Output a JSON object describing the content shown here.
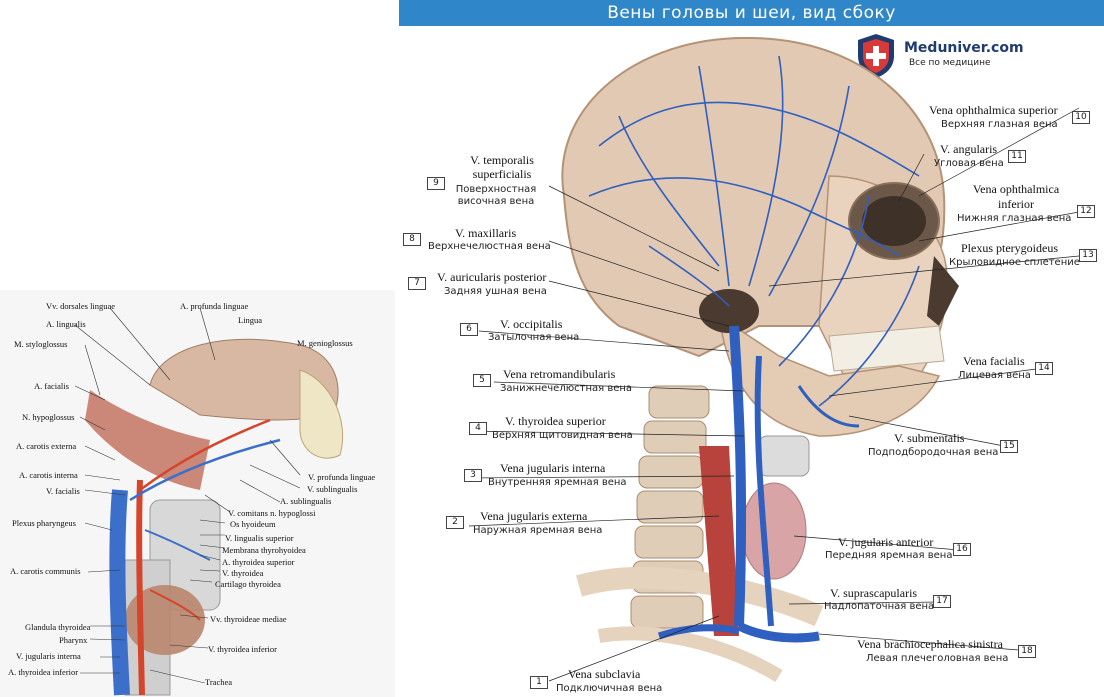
{
  "title": "Вены головы и шеи, вид сбоку",
  "logo": {
    "name": "Meduniver.com",
    "tagline": "Все по медицине"
  },
  "left_labels": [
    "Vv. dorsales linguae",
    "A. profunda linguae",
    "Lingua",
    "A. lingualis",
    "M. styloglossus",
    "M. genioglossus",
    "A. facialis",
    "N. hypoglossus",
    "A. carotis externa",
    "V. profunda linguae",
    "A. carotis interna",
    "V. sublingualis",
    "V. facialis",
    "A. sublingualis",
    "V. comitans n. hypoglossi",
    "Plexus pharyngeus",
    "Os hyoideum",
    "V. lingualis superior",
    "Membrana thyrohyoidea",
    "A. thyroidea superior",
    "A. carotis communis",
    "V. thyroidea",
    "Cartilago thyroidea",
    "Vv. thyroideae mediae",
    "Glandula thyroidea",
    "Pharynx",
    "V. thyroidea inferior",
    "V. jugularis interna",
    "A. thyroidea inferior",
    "Trachea"
  ],
  "callouts": [
    {
      "num": "9",
      "latin": "V. temporalis superficialis",
      "russian": "Поверхностная височная вена"
    },
    {
      "num": "8",
      "latin": "V. maxillaris",
      "russian": "Верхнечелюстная вена"
    },
    {
      "num": "7",
      "latin": "V. auricularis posterior",
      "russian": "Задняя ушная вена"
    },
    {
      "num": "6",
      "latin": "V. occipitalis",
      "russian": "Затылочная вена"
    },
    {
      "num": "5",
      "latin": "Vena retromandibularis",
      "russian": "Занижнечелюстная вена"
    },
    {
      "num": "4",
      "latin": "V. thyroidea superior",
      "russian": "Верхняя щитовидная вена"
    },
    {
      "num": "3",
      "latin": "Vena jugularis interna",
      "russian": "Внутренняя яремная вена"
    },
    {
      "num": "2",
      "latin": "Vena jugularis externa",
      "russian": "Наружная яремная вена"
    },
    {
      "num": "1",
      "latin": "Vena subclavia",
      "russian": "Подключичная вена"
    },
    {
      "num": "10",
      "latin": "Vena ophthalmica superior",
      "russian": "Верхняя глазная вена"
    },
    {
      "num": "11",
      "latin": "V. angularis",
      "russian": "Угловая вена"
    },
    {
      "num": "12",
      "latin": "Vena ophthalmica inferior",
      "russian": "Нижняя глазная вена"
    },
    {
      "num": "13",
      "latin": "Plexus pterygoideus",
      "russian": "Крыловидное сплетение"
    },
    {
      "num": "14",
      "latin": "Vena facialis",
      "russian": "Лицевая вена"
    },
    {
      "num": "15",
      "latin": "V. submentalis",
      "russian": "Подподбородочная вена"
    },
    {
      "num": "16",
      "latin": "V. jugularis anterior",
      "russian": "Передняя яремная вена"
    },
    {
      "num": "17",
      "latin": "V. suprascapularis",
      "russian": "Надлопаточная вена"
    },
    {
      "num": "18",
      "latin": "Vena brachiocephalica sinistra",
      "russian": "Левая плечеголовная вена"
    }
  ]
}
